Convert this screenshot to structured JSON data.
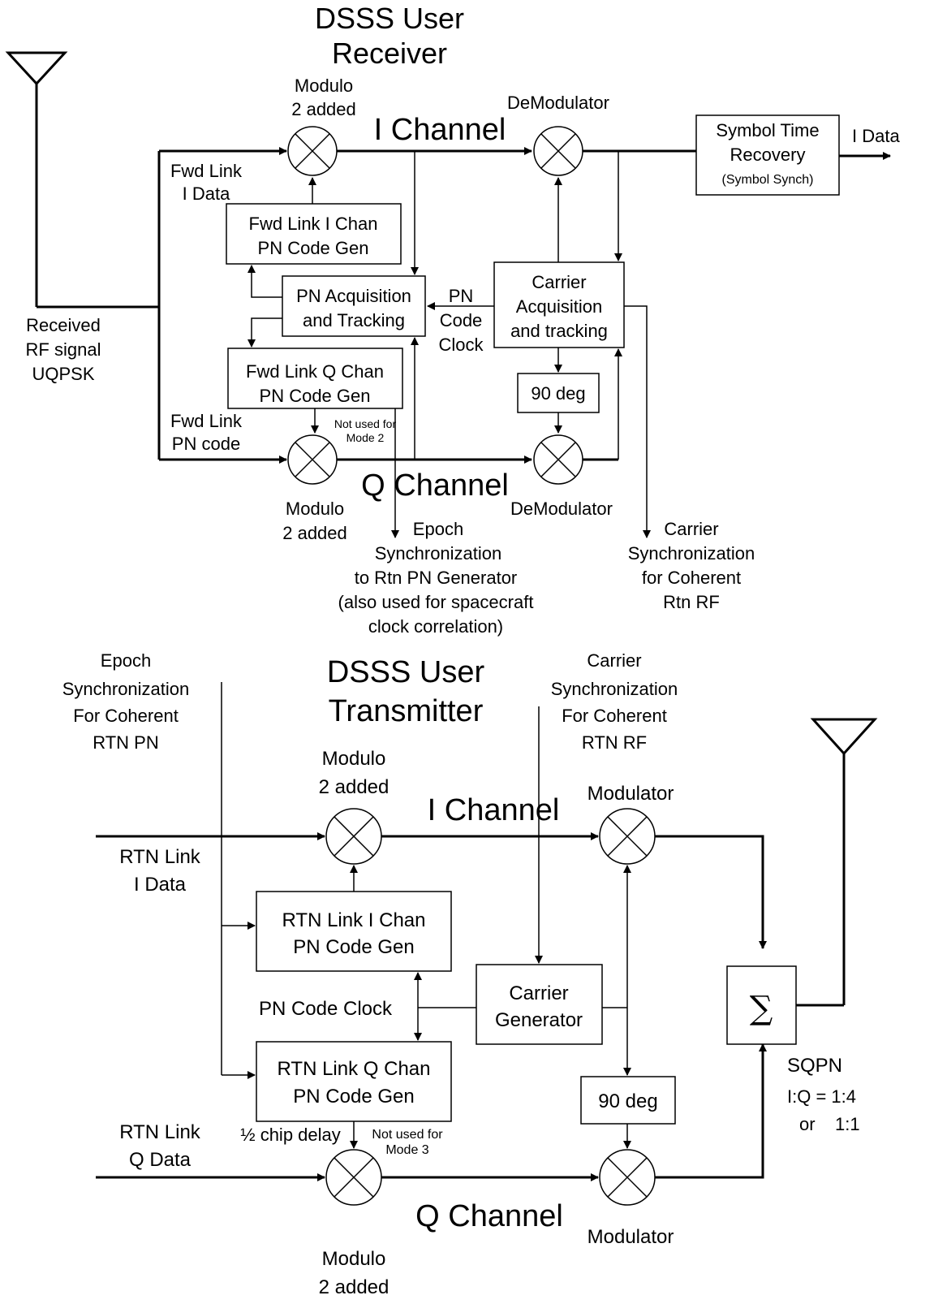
{
  "receiver": {
    "title_line1": "DSSS User",
    "title_line2": "Receiver",
    "i_channel": "I Channel",
    "q_channel": "Q Channel",
    "mod2_top_1": "Modulo",
    "mod2_top_2": "2 added",
    "mod2_bot_1": "Modulo",
    "mod2_bot_2": "2 added",
    "demod_top": "DeModulator",
    "demod_bot": "DeModulator",
    "fwd_i_data_1": "Fwd Link",
    "fwd_i_data_2": "I Data",
    "fwd_pn_code_1": "Fwd Link",
    "fwd_pn_code_2": "PN code",
    "rx_signal_1": "Received",
    "rx_signal_2": "RF signal",
    "rx_signal_3": "UQPSK",
    "i_pn_gen_1": "Fwd Link I Chan",
    "i_pn_gen_2": "PN Code Gen",
    "pn_acq_1": "PN Acquisition",
    "pn_acq_2": "and Tracking",
    "q_pn_gen_1": "Fwd Link Q Chan",
    "q_pn_gen_2": "PN Code Gen",
    "pn_clock_1": "PN",
    "pn_clock_2": "Code",
    "pn_clock_3": "Clock",
    "carrier_acq_1": "Carrier",
    "carrier_acq_2": "Acquisition",
    "carrier_acq_3": "and tracking",
    "deg90": "90 deg",
    "not_used_1": "Not used for",
    "not_used_2": "Mode 2",
    "symbol_1": "Symbol Time",
    "symbol_2": "Recovery",
    "symbol_3": "(Symbol Synch)",
    "i_data_out": "I Data",
    "epoch_1": "Epoch",
    "epoch_2": "Synchronization",
    "epoch_3": "to Rtn PN Generator",
    "epoch_4": "(also used for spacecraft",
    "epoch_5": "clock correlation)",
    "carrier_sync_1": "Carrier",
    "carrier_sync_2": "Synchronization",
    "carrier_sync_3": "for Coherent",
    "carrier_sync_4": "Rtn RF"
  },
  "transmitter": {
    "title_line1": "DSSS User",
    "title_line2": "Transmitter",
    "epoch_in_1": "Epoch",
    "epoch_in_2": "Synchronization",
    "epoch_in_3": "For Coherent",
    "epoch_in_4": "RTN PN",
    "carrier_in_1": "Carrier",
    "carrier_in_2": "Synchronization",
    "carrier_in_3": "For Coherent",
    "carrier_in_4": "RTN RF",
    "mod2_top_1": "Modulo",
    "mod2_top_2": "2 added",
    "mod2_bot_1": "Modulo",
    "mod2_bot_2": "2 added",
    "modulator_top": "Modulator",
    "modulator_bot": "Modulator",
    "i_channel": "I Channel",
    "q_channel": "Q Channel",
    "rtn_i_data_1": "RTN Link",
    "rtn_i_data_2": "I Data",
    "rtn_q_data_1": "RTN Link",
    "rtn_q_data_2": "Q Data",
    "i_pn_gen_1": "RTN Link I Chan",
    "i_pn_gen_2": "PN Code Gen",
    "q_pn_gen_1": "RTN Link Q Chan",
    "q_pn_gen_2": "PN Code Gen",
    "pn_code_clock": "PN Code Clock",
    "carrier_gen_1": "Carrier",
    "carrier_gen_2": "Generator",
    "deg90": "90 deg",
    "sum": "∑",
    "sqpn_1": "SQPN",
    "sqpn_2": "I:Q = 1:4",
    "sqpn_3": "or    1:1",
    "half_chip": "½ chip delay",
    "not_used_1": "Not used for",
    "not_used_2": "Mode 3"
  }
}
